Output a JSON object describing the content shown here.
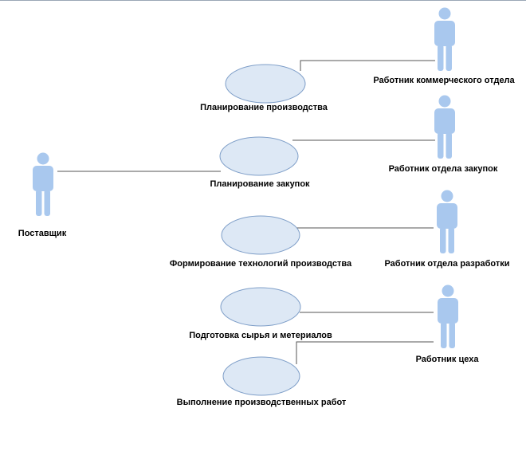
{
  "diagram": {
    "actors": [
      {
        "id": "commercial",
        "label": "Работник коммерческого отдела"
      },
      {
        "id": "purchasing",
        "label": "Работник отдела закупок"
      },
      {
        "id": "supplier",
        "label": "Поставщик"
      },
      {
        "id": "development",
        "label": "Работник отдела разработки"
      },
      {
        "id": "workshop",
        "label": "Работник цеха"
      }
    ],
    "use_cases": [
      {
        "id": "planning_production",
        "label": "Планирование производства"
      },
      {
        "id": "planning_purchases",
        "label": "Планирование закупок"
      },
      {
        "id": "forming_technologies",
        "label": "Формирование технологий производства"
      },
      {
        "id": "preparing_materials",
        "label": "Подготовка сырья и метериалов"
      },
      {
        "id": "performing_works",
        "label": "Выполнение производственных работ"
      }
    ],
    "associations": [
      {
        "from": "commercial",
        "to": "planning_production"
      },
      {
        "from": "purchasing",
        "to": "planning_purchases"
      },
      {
        "from": "supplier",
        "to": "planning_purchases"
      },
      {
        "from": "development",
        "to": "forming_technologies"
      },
      {
        "from": "workshop",
        "to": "preparing_materials"
      },
      {
        "from": "workshop",
        "to": "performing_works"
      }
    ],
    "colors": {
      "actor_fill": "#a9c8ee",
      "usecase_fill": "#dde8f5",
      "usecase_stroke": "#7e9ec8",
      "line": "#555555"
    }
  }
}
